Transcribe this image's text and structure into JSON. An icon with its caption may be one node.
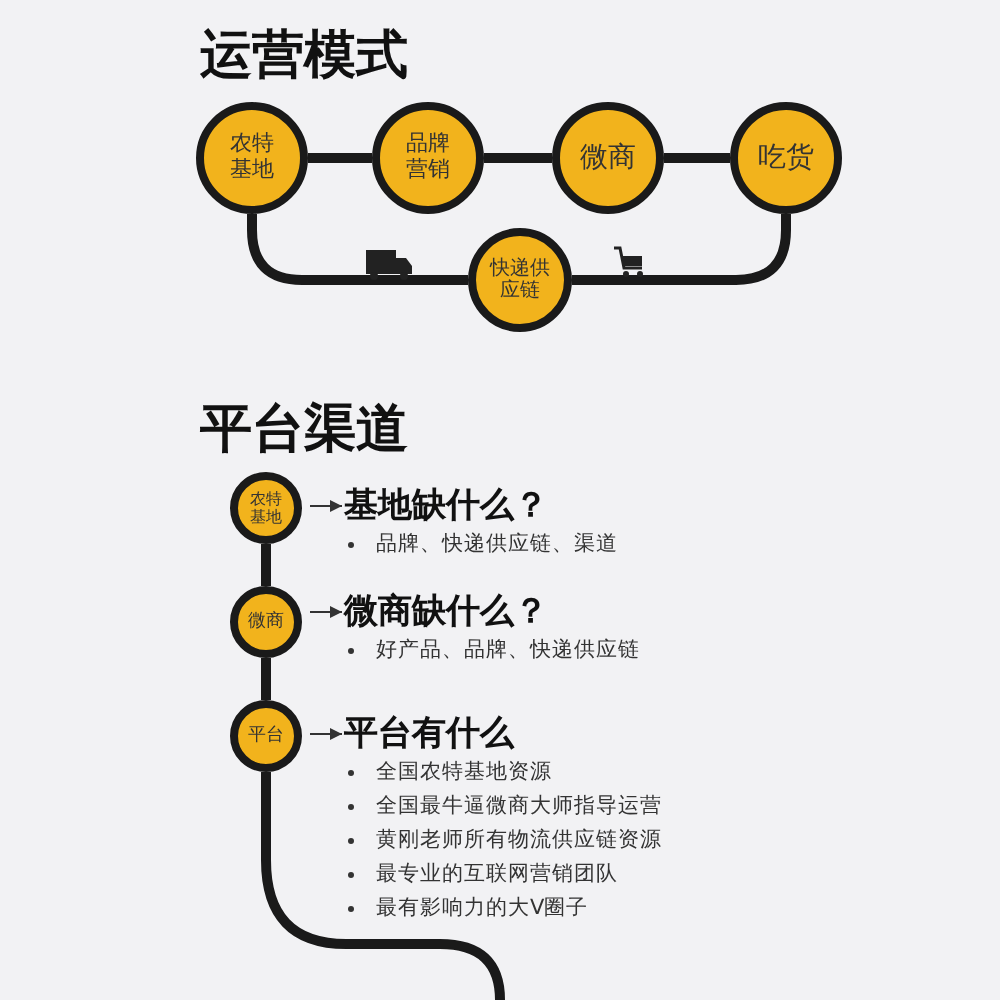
{
  "diagram": {
    "title": "运营模式",
    "nodes": [
      {
        "text": [
          "农特基地"
        ]
      },
      {
        "text": [
          "品牌营销"
        ]
      },
      {
        "text": [
          "微商"
        ]
      },
      {
        "text": [
          "吃货"
        ]
      },
      {
        "text": [
          "快递供应链"
        ]
      },
      {
        "text": [
          "农特基地"
        ]
      },
      {
        "text": [
          "微商"
        ]
      },
      {
        "text": [
          "平台"
        ]
      },
      {
        "text": [
          "基地缺什么？",
          "品牌、快递供应链、渠道"
        ]
      },
      {
        "text": [
          "微商缺什么？",
          "好产品、品牌、快递供应链"
        ]
      },
      {
        "text": [
          "平台有什么",
          "全国农特基地资源",
          "全国最牛逼微商大师指导运营",
          "黄刚老师所有物流供应链资源",
          "最专业的互联网营销团队",
          "最有影响力的大V圈子"
        ]
      }
    ],
    "edges": [
      {
        "from": 0,
        "to": 1,
        "arrow": "none"
      },
      {
        "from": 1,
        "to": 2,
        "arrow": "none"
      },
      {
        "from": 2,
        "to": 3,
        "arrow": "none"
      },
      {
        "from": 0,
        "to": 4,
        "arrow": "none"
      },
      {
        "from": 4,
        "to": 3,
        "arrow": "none"
      },
      {
        "from": 5,
        "to": 6,
        "arrow": "none"
      },
      {
        "from": 6,
        "to": 7,
        "arrow": "none"
      },
      {
        "from": 7,
        "to": null,
        "arrow": "none"
      },
      {
        "from": 5,
        "to": 8,
        "arrow": "to"
      },
      {
        "from": 6,
        "to": 9,
        "arrow": "to"
      },
      {
        "from": 7,
        "to": 10,
        "arrow": "to"
      }
    ],
    "labels": [
      "平台渠道"
    ]
  }
}
